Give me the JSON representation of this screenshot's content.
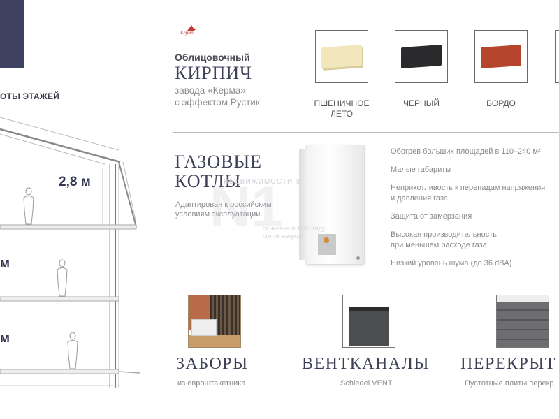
{
  "left_panel": {
    "section_label": "ОТЫ ЭТАЖЕЙ",
    "heights": [
      "2,8 м",
      "м",
      "м"
    ]
  },
  "brick": {
    "logo_text": "Керма",
    "kicker": "Облицовочный",
    "title": "КИРПИЧ",
    "subtitle_line1": "завода «Керма»",
    "subtitle_line2": "с эффектом Рустик",
    "colors": [
      {
        "label_line1": "ПШЕНИЧНОЕ",
        "label_line2": "ЛЕТО",
        "swatch": "#f1e6bc"
      },
      {
        "label_line1": "ЧЕРНЫЙ",
        "label_line2": "",
        "swatch": "#2a2a2c"
      },
      {
        "label_line1": "БОРДО",
        "label_line2": "",
        "swatch": "#b5452c"
      }
    ]
  },
  "boilers": {
    "title_line1": "ГАЗОВЫЕ",
    "title_line2": "КОТЛЫ",
    "subtitle_line1": "Адаптирован к российским",
    "subtitle_line2": "условиям эксплуатации",
    "features": [
      {
        "line1": "Обогрев больших площадей в 110–240 м²",
        "line2": ""
      },
      {
        "line1": "Малые габариты",
        "line2": ""
      },
      {
        "line1": "Неприхотливость к перепадам напряжения",
        "line2": "и давления газа"
      },
      {
        "line1": "Защита от замерзания",
        "line2": ""
      },
      {
        "line1": "Высокая производительность",
        "line2": "при меньшем расходе газа"
      },
      {
        "line1": "Низкий уровень шума (до 36 dBA)",
        "line2": ""
      }
    ]
  },
  "watermark": {
    "line1": "НЕДВИЖИМОСТИ ®",
    "line2": "основано в 1993 году",
    "line3": "сотни метров"
  },
  "products": [
    {
      "title": "ЗАБОРЫ",
      "subtitle": "из евроштакетника"
    },
    {
      "title": "ВЕНТКАНАЛЫ",
      "subtitle": "Schiedel VENT"
    },
    {
      "title": "ПЕРЕКРЫТ",
      "subtitle": "Пустотные плиты перекр"
    }
  ]
}
